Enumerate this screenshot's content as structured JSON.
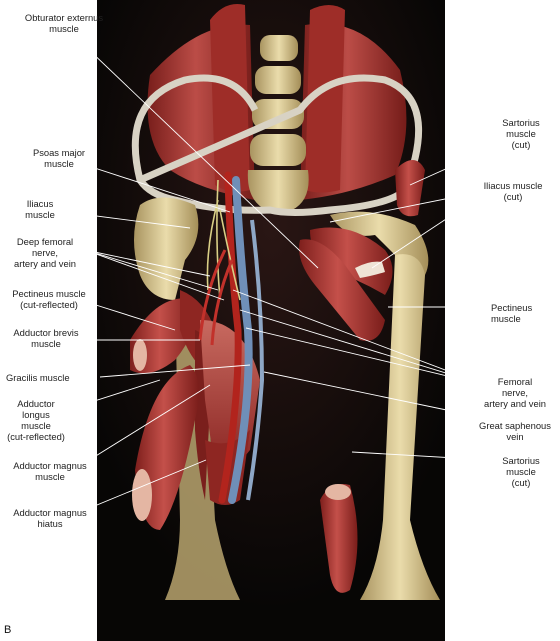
{
  "panel_letter": "B",
  "colors": {
    "background": "#ffffff",
    "plate": "#070605",
    "muscle": "#a3322c",
    "muscle_light": "#d9786a",
    "bone": "#d9c88f",
    "tendon": "#d7d4cc",
    "artery": "#b2241d",
    "vein": "#6f8fb8",
    "nerve": "#d9cf86",
    "leader_line": "#ffffff"
  },
  "labels": {
    "obturator_externus": "Obturator externus\nmuscle",
    "psoas_major": "Psoas major\nmuscle",
    "iliacus_left": "Iliacus\nmuscle",
    "deep_femoral": "Deep femoral\nnerve,\nartery and vein",
    "pectineus_cut_reflected": "Pectineus muscle\n(cut-reflected)",
    "adductor_brevis": "Adductor brevis\nmuscle",
    "gracilis": "Gracilis muscle",
    "adductor_longus": "Adductor\nlongus\nmuscle\n(cut-reflected)",
    "adductor_magnus": "Adductor magnus\nmuscle",
    "adductor_magnus_hiatus": "Adductor magnus\nhiatus",
    "sartorius_top": "Sartorius\nmuscle\n(cut)",
    "iliacus_right": "Iliacus muscle\n(cut)",
    "pectineus_right": "Pectineus muscle",
    "femoral": "Femoral\nnerve,\nartery and vein",
    "great_saphenous": "Great saphenous\nvein",
    "sartorius_bottom": "Sartorius\nmuscle\n(cut)"
  }
}
